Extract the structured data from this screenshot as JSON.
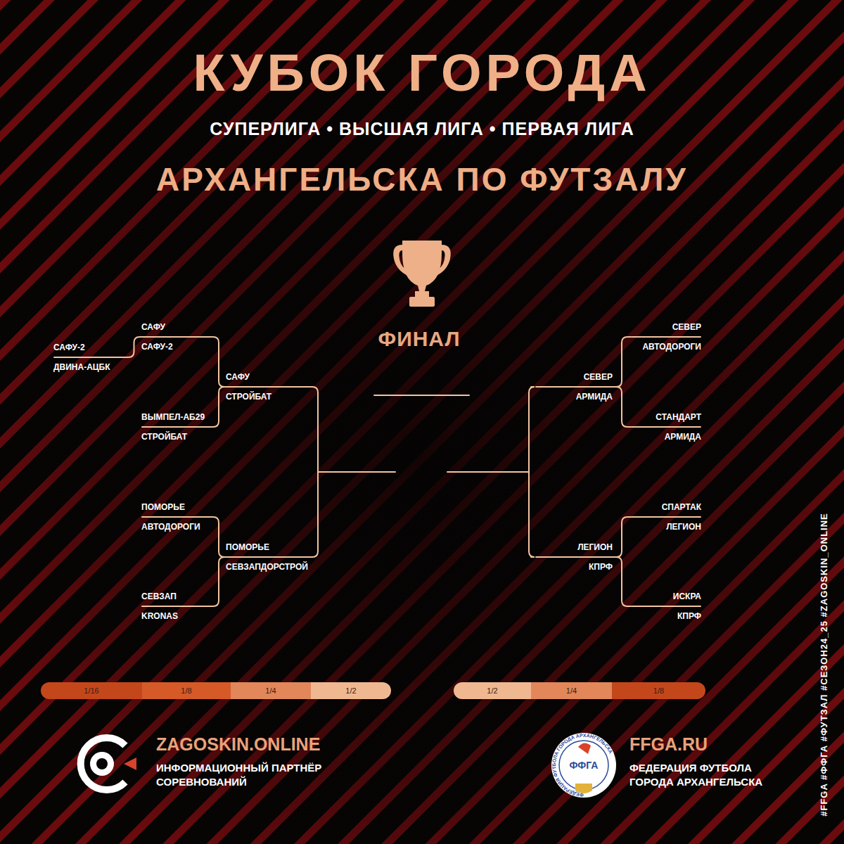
{
  "diagram": {
    "title": "КУБОК ГОРОДА",
    "nodes": [
      {
        "text": [
          "САФУ-2",
          "ДВИНА-АЦБК"
        ]
      },
      {
        "text": [
          "САФУ",
          "САФУ-2"
        ]
      },
      {
        "text": [
          "ВЫМПЕЛ-АБ29",
          "СТРОЙБАТ"
        ]
      },
      {
        "text": [
          "САФУ",
          "СТРОЙБАТ"
        ]
      },
      {
        "text": [
          "ПОМОРЬЕ",
          "АВТОДОРОГИ"
        ]
      },
      {
        "text": [
          "СЕВЗАП",
          "KRONAS"
        ]
      },
      {
        "text": [
          "ПОМОРЬЕ",
          "СЕВЗАПДОРСТРОЙ"
        ]
      },
      {
        "text": [
          "СЕВЕР",
          "АВТОДОРОГИ"
        ]
      },
      {
        "text": [
          "СТАНДАРТ",
          "АРМИДА"
        ]
      },
      {
        "text": [
          "СЕВЕР",
          "АРМИДА"
        ]
      },
      {
        "text": [
          "СПАРТАК",
          "ЛЕГИОН"
        ]
      },
      {
        "text": [
          "ИСКРА",
          "КПРФ"
        ]
      },
      {
        "text": [
          "ЛЕГИОН",
          "КПРФ"
        ]
      },
      {
        "text": [
          "1/16"
        ]
      },
      {
        "text": [
          "1/8"
        ]
      },
      {
        "text": [
          "1/4"
        ]
      },
      {
        "text": [
          "1/2"
        ]
      },
      {
        "text": [
          "1/2"
        ]
      },
      {
        "text": [
          "1/4"
        ]
      },
      {
        "text": [
          "1/8"
        ]
      }
    ],
    "edges": [
      {
        "from": 0,
        "to": 1,
        "arrow": "none"
      },
      {
        "from": 1,
        "to": 3,
        "arrow": "none"
      },
      {
        "from": 2,
        "to": 3,
        "arrow": "none"
      },
      {
        "from": 4,
        "to": 6,
        "arrow": "none"
      },
      {
        "from": 5,
        "to": 6,
        "arrow": "none"
      },
      {
        "from": 7,
        "to": 9,
        "arrow": "none"
      },
      {
        "from": 8,
        "to": 9,
        "arrow": "none"
      },
      {
        "from": 10,
        "to": 12,
        "arrow": "none"
      },
      {
        "from": 11,
        "to": 12,
        "arrow": "none"
      }
    ],
    "labels": [
      "СУПЕРЛИГА • ВЫСШАЯ ЛИГА • ПЕРВАЯ ЛИГА",
      "АРХАНГЕЛЬСКА ПО ФУТЗАЛУ",
      "ФИНАЛ",
      "ZAGOSKIN.ONLINE",
      "ИНФОРМАЦИОННЫЙ ПАРТНЁР СОРЕВНОВАНИЙ",
      "FFGA.RU",
      "ФЕДЕРАЦИЯ ФУТБОЛА ГОРОДА АРХАНГЕЛЬСКА",
      "ФФГА",
      "ФЕДЕРАЦИЯ ФУТБОЛА ГОРОДА АРХАНГЕЛЬСКА",
      "#FFGA #ФФГА #ФУТЗАЛ #СЕЗОН24_25 #ZAGOSKIN_ONLINE"
    ]
  }
}
